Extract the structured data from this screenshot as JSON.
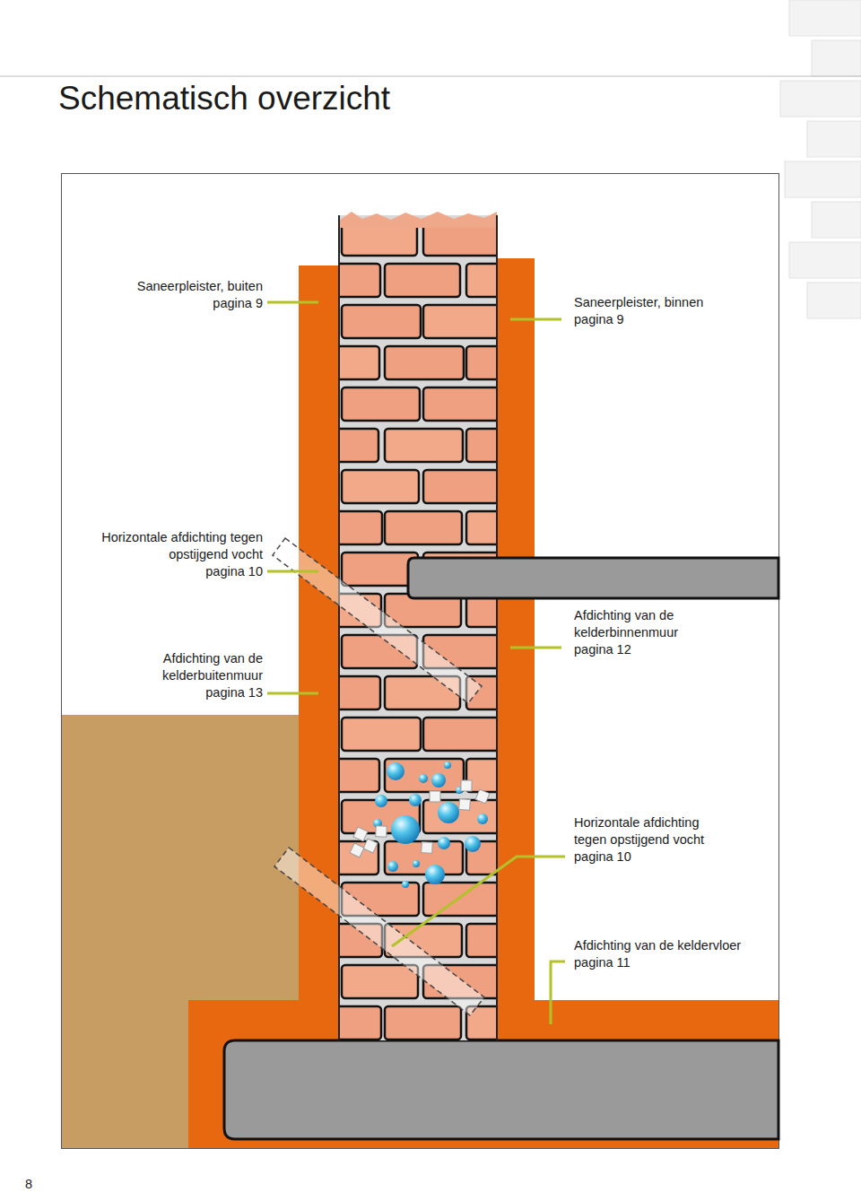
{
  "diagram": {
    "title": "Schematisch overzicht",
    "labels": [
      "Saneerpleister, buiten",
      "pagina 9",
      "Saneerpleister, binnen",
      "pagina 9",
      "Horizontale afdichting tegen opstijgend vocht",
      "pagina 10",
      "Afdichting van de kelderbuitenmuur",
      "pagina 13",
      "Afdichting van de kelderbinnenmuur",
      "pagina 12",
      "Horizontale afdichting tegen opstijgend vocht",
      "pagina 10",
      "Afdichting van de keldervloer",
      "pagina 11",
      "8"
    ]
  }
}
